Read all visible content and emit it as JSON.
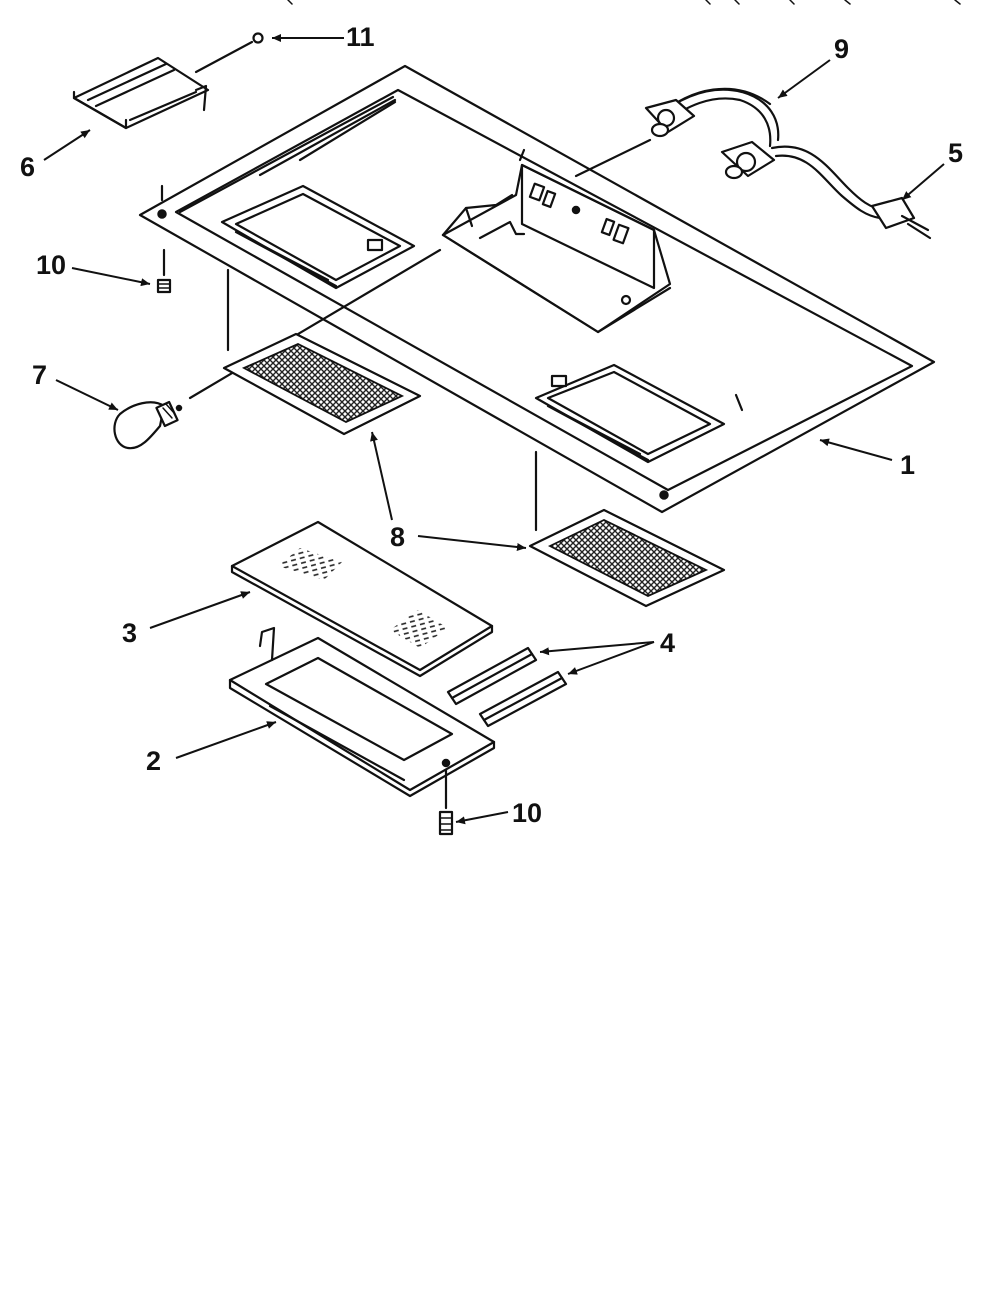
{
  "diagram": {
    "callouts": {
      "c1": "1",
      "c2": "2",
      "c3": "3",
      "c4": "4",
      "c5": "5",
      "c6": "6",
      "c7": "7",
      "c8": "8",
      "c9": "9",
      "c10_top": "10",
      "c10_bottom": "10",
      "c11": "11"
    }
  }
}
